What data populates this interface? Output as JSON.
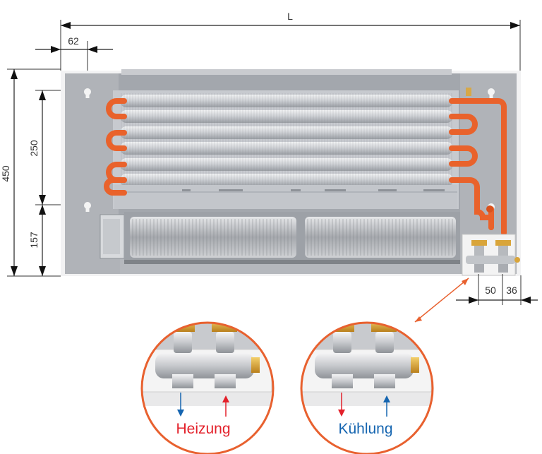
{
  "dimensions": {
    "length": "L",
    "height": "450",
    "upper_mount": "250",
    "lower_mount": "157",
    "side_offset": "62",
    "valve_spacing": "50",
    "valve_offset": "36"
  },
  "labels": {
    "heating": "Heizung",
    "cooling": "Kühlung"
  },
  "colors": {
    "pipe": "#e9622b",
    "heating": "#e3202a",
    "cooling": "#1565b0",
    "callout": "#e8612f",
    "housing": "#b4b7bd",
    "brass": "#d9a53a"
  }
}
